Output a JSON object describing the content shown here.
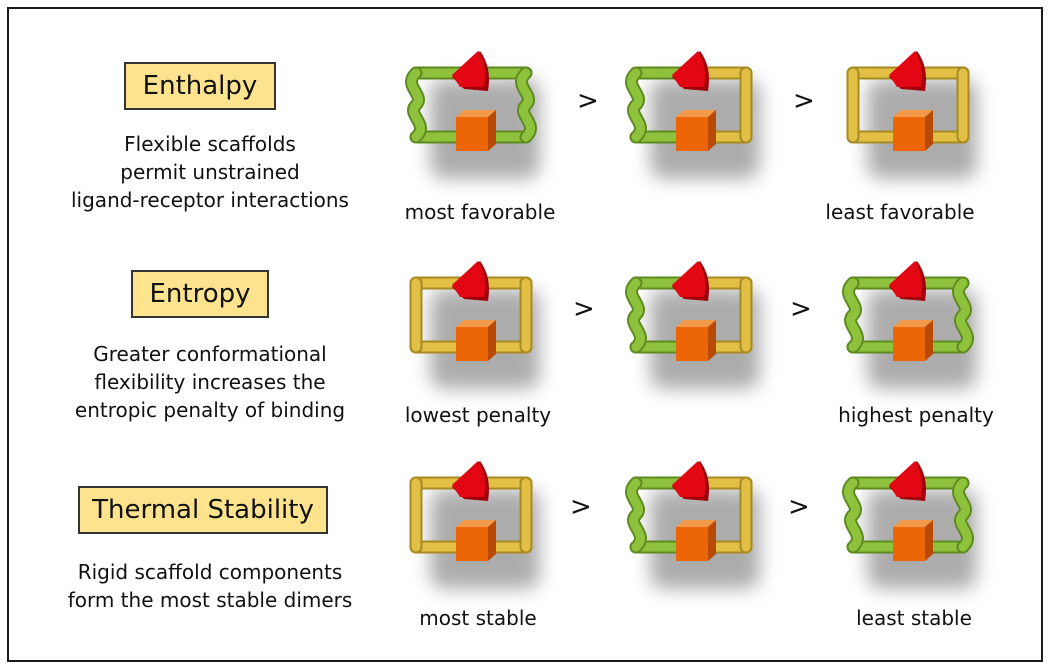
{
  "colors": {
    "heading_bg": "#fde38e",
    "flexible_scaffold": "#8fc23c",
    "rigid_scaffold": "#e2c046",
    "ligand": "#e30613",
    "receptor": "#ec6608"
  },
  "rows": [
    {
      "heading": "Enthalpy",
      "description": [
        "Flexible scaffolds",
        "permit unstrained",
        "ligand-receptor interactions"
      ],
      "left_caption": "most favorable",
      "right_caption": "least favorable",
      "comparator": ">",
      "scaffolds": [
        {
          "left": "flexible",
          "right": "flexible"
        },
        {
          "left": "flexible",
          "right": "rigid"
        },
        {
          "left": "rigid",
          "right": "rigid"
        }
      ]
    },
    {
      "heading": "Entropy",
      "description": [
        "Greater conformational",
        "flexibility increases the",
        "entropic penalty of binding"
      ],
      "left_caption": "lowest penalty",
      "right_caption": "highest penalty",
      "comparator": ">",
      "scaffolds": [
        {
          "left": "rigid",
          "right": "rigid"
        },
        {
          "left": "flexible",
          "right": "rigid"
        },
        {
          "left": "flexible",
          "right": "flexible"
        }
      ]
    },
    {
      "heading": "Thermal Stability",
      "description": [
        "Rigid scaffold components",
        "form the most stable dimers"
      ],
      "left_caption": "most stable",
      "right_caption": "least stable",
      "comparator": ">",
      "scaffolds": [
        {
          "left": "rigid",
          "right": "rigid"
        },
        {
          "left": "flexible",
          "right": "rigid"
        },
        {
          "left": "flexible",
          "right": "flexible"
        }
      ]
    }
  ]
}
